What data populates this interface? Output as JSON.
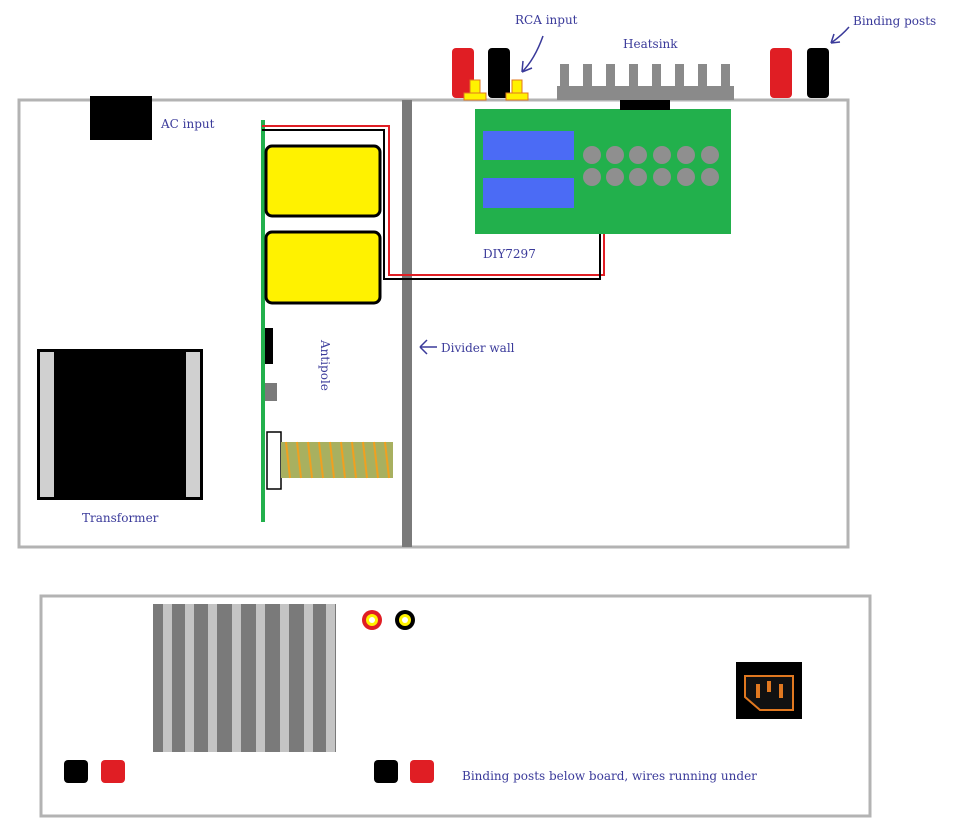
{
  "labels": {
    "rca_input": "RCA input",
    "heatsink": "Heatsink",
    "binding_posts": "Binding posts",
    "ac_input": "AC input",
    "diy_board": "DIY7297",
    "antipole": "Antipole",
    "divider_wall": "Divider wall",
    "transformer": "Transformer",
    "rear_note": "Binding posts below board, wires running under"
  },
  "colors": {
    "outline": "#b3b3b3",
    "wall": "#7a7a7a",
    "pcb_green": "#22b04c",
    "blue_chip": "#4b6bf5",
    "cap_grey": "#8f8f8f",
    "label_blue": "#3a3a9a",
    "red_post": "#e01e24",
    "black_post": "#000000",
    "yellow_cap": "#fff200",
    "coil_green": "#a8b060",
    "coil_gold": "#f0a020",
    "iec_orange": "#e07820"
  },
  "icons": {
    "arrow_rca": "arrow-down-left",
    "arrow_binding": "arrow-down-left",
    "arrow_divider": "arrow-left"
  }
}
